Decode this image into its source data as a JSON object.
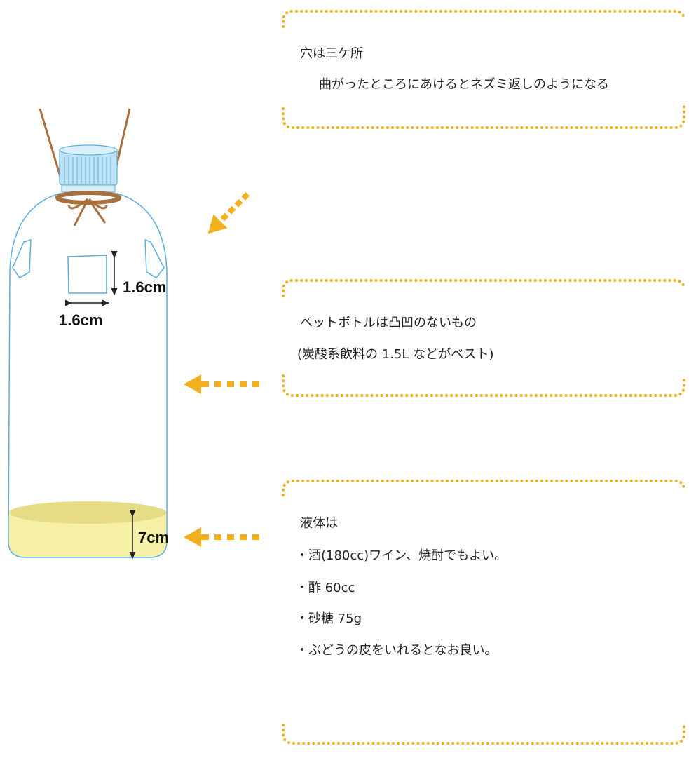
{
  "notes": {
    "holes": {
      "line1": "穴は三ケ所",
      "line2": "曲がったところにあけるとネズミ返しのようになる"
    },
    "bottle": {
      "line1": "ペットボトルは凸凹のないもの",
      "line2": "(炭酸系飲料の 1.5L などがベスト)"
    },
    "liquid": {
      "title": "液体は",
      "items": [
        "・酒(180cc)ワイン、焼酎でもよい。",
        "・酢 60cc",
        "・砂糖 75g",
        "・ぶどうの皮をいれるとなお良い。"
      ]
    }
  },
  "dimensions": {
    "hole_height": "1.6cm",
    "hole_width": "1.6cm",
    "liquid_depth": "7cm"
  },
  "colors": {
    "bottle_outline": "#5aaedc",
    "cap": "#bfe2f5",
    "string": "#a8703d",
    "liquid": "#f5f0a6",
    "liquid_surface": "#e6dc86",
    "arrow": "#f0b020",
    "box_dots": "#f0b020"
  }
}
